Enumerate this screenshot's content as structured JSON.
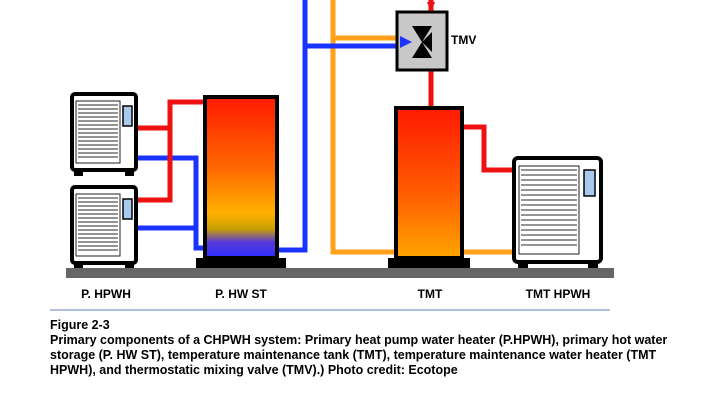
{
  "diagram": {
    "labels": {
      "p_hpwh": "P. HPWH",
      "p_hw_st": "P. HW ST",
      "tmt": "TMT",
      "tmt_hpwh": "TMT HPWH",
      "tmv": "TMV"
    },
    "colors": {
      "hot_pipe": "#ee1111",
      "cold_pipe": "#1a33ff",
      "mixed_pipe": "#ff9f1a",
      "tank_top": "#ff1a00",
      "tank_mid": "#ffa500",
      "tank_cold": "#2b2bff",
      "valve_body": "#c8c8c8",
      "base_platform": "#666666",
      "divider_line": "#5b7fb5"
    },
    "icons": [
      "heat-pump-unit-icon",
      "storage-tank-icon",
      "mixing-valve-icon"
    ]
  },
  "caption": {
    "figure_number": "Figure 2-3",
    "text": "Primary components of a CHPWH system: Primary heat pump water heater (P.HPWH), primary hot water storage (P. HW ST), temperature maintenance tank (TMT), temperature maintenance water heater (TMT HPWH), and thermostatic mixing valve (TMV).)  Photo credit: Ecotope"
  }
}
